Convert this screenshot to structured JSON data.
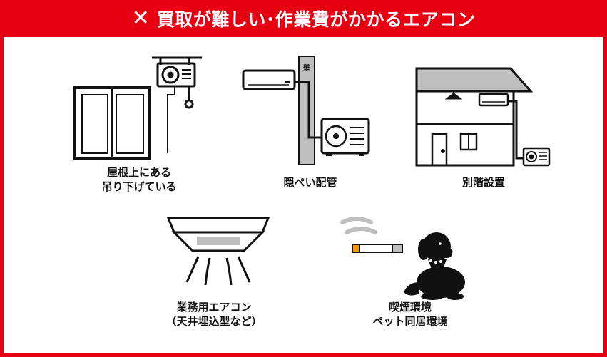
{
  "header": {
    "close_icon": "close-icon",
    "title": "買取が難しい･作業費がかかるエアコン"
  },
  "items": [
    {
      "icon": "roof-hanging-unit-icon",
      "line1": "屋根上にある",
      "line2": "吊り下げている"
    },
    {
      "icon": "hidden-piping-icon",
      "line1": "隠ぺい配管",
      "wall_label": "壁"
    },
    {
      "icon": "separate-floor-install-icon",
      "line1": "別階設置"
    },
    {
      "icon": "commercial-ceiling-ac-icon",
      "line1": "業務用エアコン",
      "line2": "（天井埋込型など）"
    },
    {
      "icon": "smoking-pet-icon",
      "line1": "喫煙環境",
      "line2": "ペット同居環境"
    }
  ],
  "colors": {
    "accent": "#e60012",
    "ink": "#111111",
    "text_on_accent": "#ffffff"
  }
}
